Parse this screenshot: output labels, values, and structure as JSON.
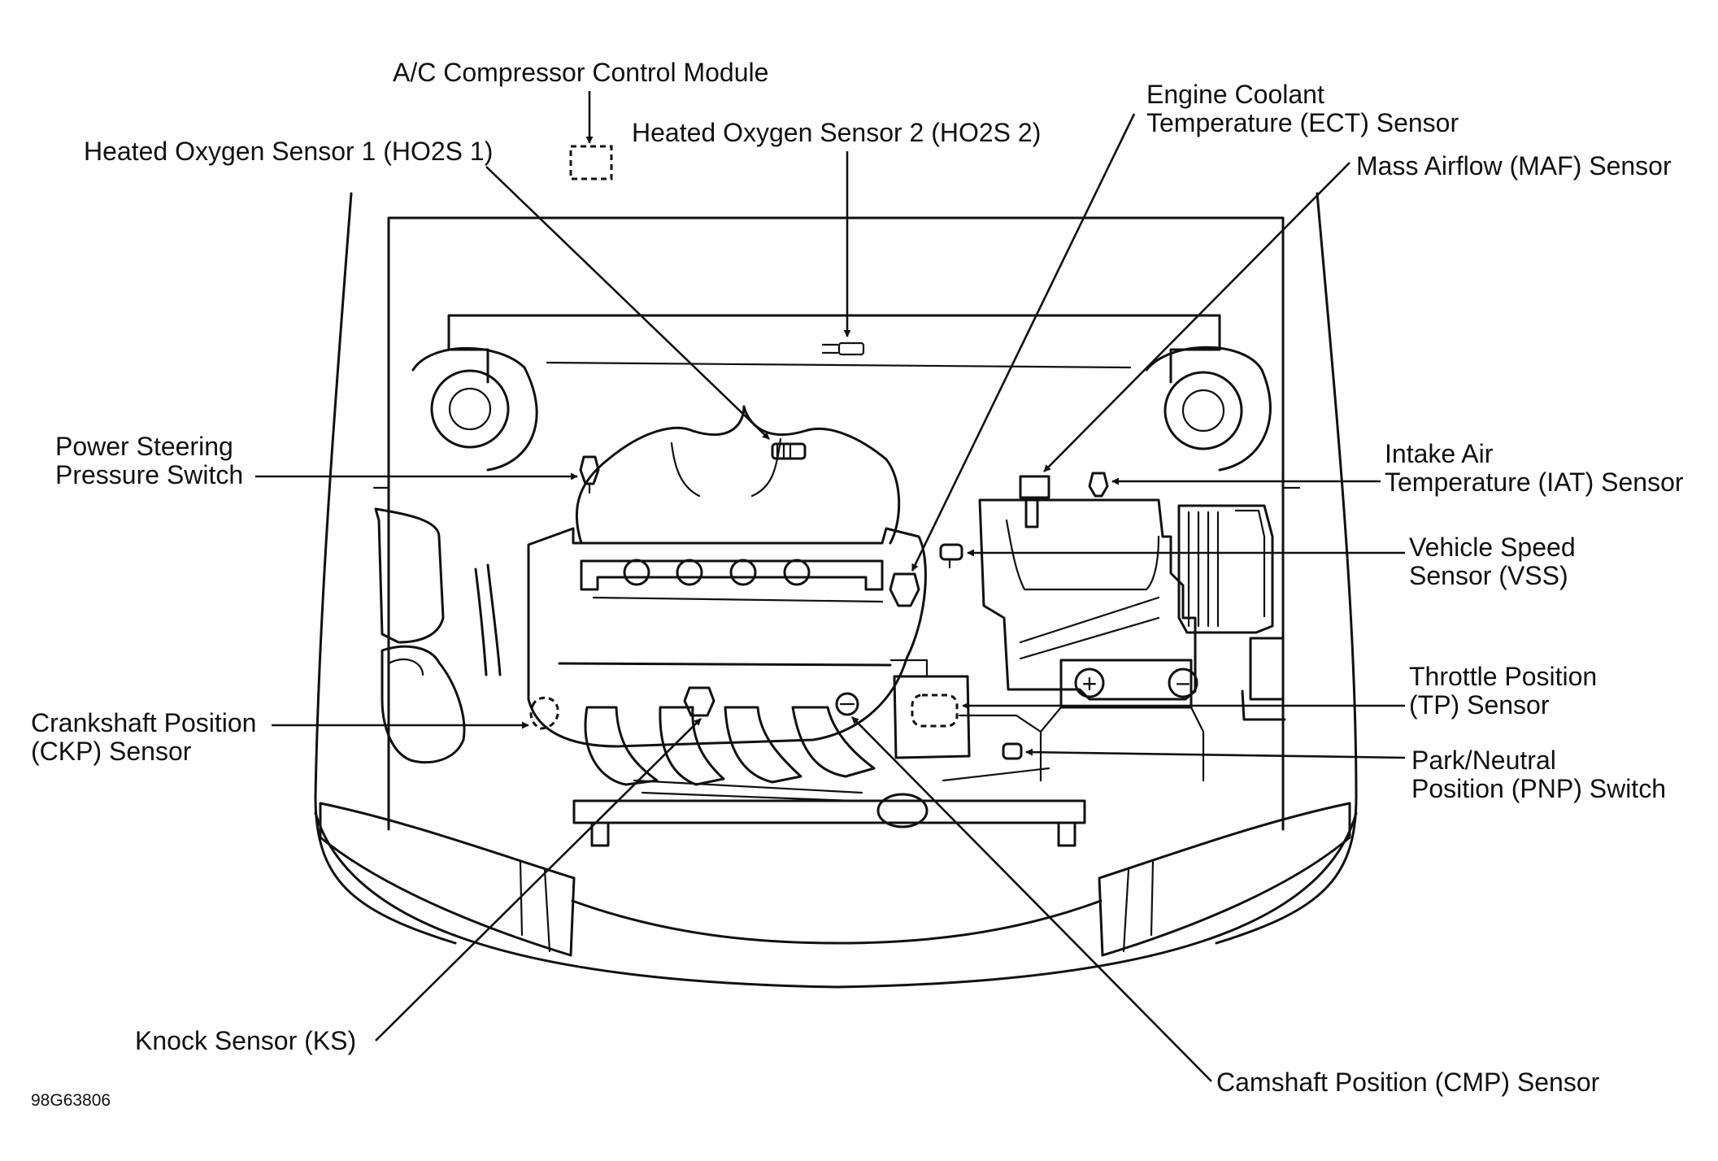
{
  "diagram": {
    "labels": {
      "ac_compressor_control_module": "A/C Compressor Control Module",
      "heated_oxygen_sensor_1": "Heated Oxygen Sensor 1 (HO2S 1)",
      "heated_oxygen_sensor_2": "Heated Oxygen Sensor 2 (HO2S 2)",
      "engine_coolant_temperature_sensor": [
        "Engine Coolant",
        "Temperature (ECT) Sensor"
      ],
      "mass_airflow_sensor": "Mass Airflow (MAF) Sensor",
      "power_steering_pressure_switch": [
        "Power Steering",
        "Pressure Switch"
      ],
      "intake_air_temperature_sensor": [
        "Intake Air",
        "Temperature (IAT) Sensor"
      ],
      "vehicle_speed_sensor": [
        "Vehicle Speed",
        "Sensor (VSS)"
      ],
      "throttle_position_sensor": [
        "Throttle Position",
        "(TP) Sensor"
      ],
      "crankshaft_position_sensor": [
        "Crankshaft Position",
        "(CKP) Sensor"
      ],
      "park_neutral_position_switch": [
        "Park/Neutral",
        "Position (PNP) Switch"
      ],
      "knock_sensor": "Knock Sensor (KS)",
      "camshaft_position_sensor": "Camshaft Position (CMP) Sensor"
    },
    "battery_symbols": {
      "positive": "+",
      "negative": "−"
    },
    "figure_code": "98G63806"
  }
}
